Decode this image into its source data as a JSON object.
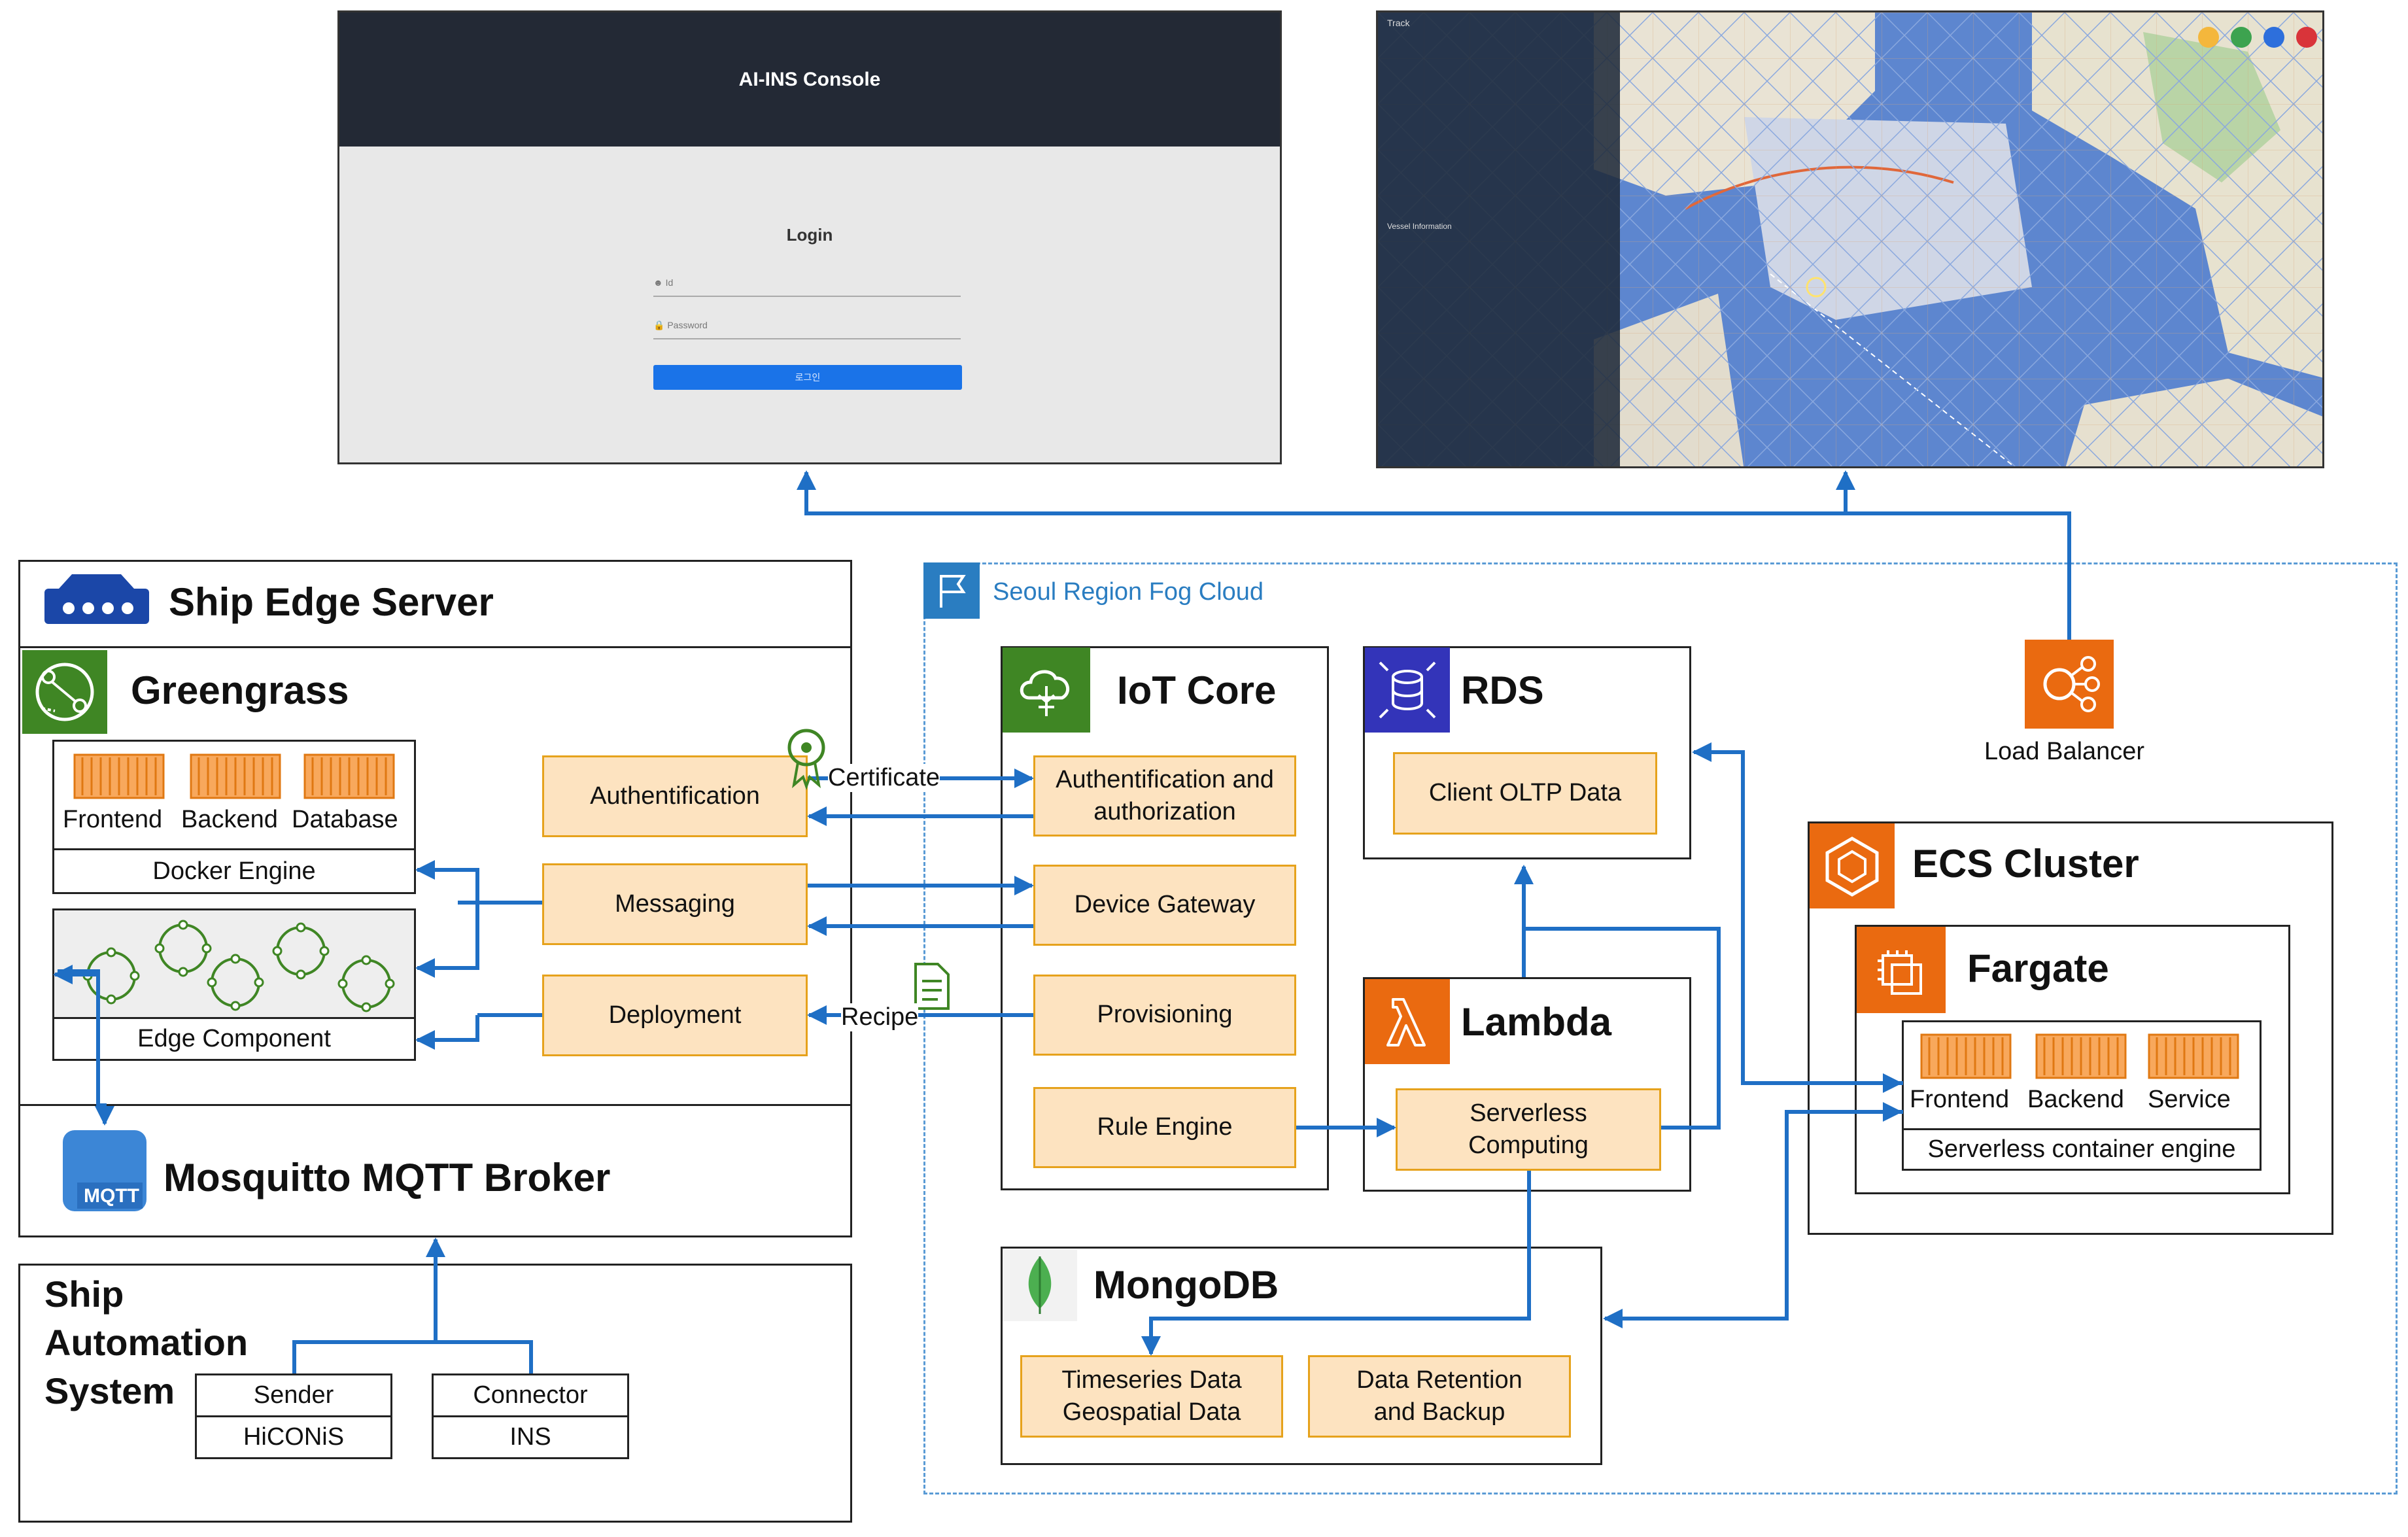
{
  "login": {
    "console_title": "AI-INS Console",
    "heading": "Login",
    "id_placeholder": "Id",
    "password_placeholder": "Password",
    "button_label": "로그인"
  },
  "map": {
    "panel_title": "Track",
    "vessel_panel_title": "Vessel Information"
  },
  "edge": {
    "title": "Ship Edge Server",
    "greengrass": "Greengrass",
    "containers": [
      "Frontend",
      "Backend",
      "Database"
    ],
    "docker": "Docker Engine",
    "edge_component": "Edge Component",
    "functions": [
      "Authentification",
      "Messaging",
      "Deployment"
    ],
    "mqtt_title": "Mosquitto MQTT Broker",
    "mqtt_icon_text": "MQTT"
  },
  "automation": {
    "title": "Ship\nAutomation\nSystem",
    "sender": "Sender",
    "hiconis": "HiCONiS",
    "connector": "Connector",
    "ins": "INS"
  },
  "cloud": {
    "title": "Seoul Region Fog Cloud",
    "iot_title": "IoT Core",
    "iot_items": [
      "Authentification and\nauthorization",
      "Device Gateway",
      "Provisioning",
      "Rule Engine"
    ],
    "rds_title": "RDS",
    "rds_item": "Client OLTP Data",
    "lambda_title": "Lambda",
    "lambda_item": "Serverless\nComputing",
    "mongo_title": "MongoDB",
    "mongo_items": [
      "Timeseries Data\nGeospatial Data",
      "Data Retention\nand Backup"
    ],
    "lb_label": "Load Balancer",
    "ecs_title": "ECS Cluster",
    "fargate_title": "Fargate",
    "fargate_containers": [
      "Frontend",
      "Backend",
      "Service"
    ],
    "fargate_engine": "Serverless container engine"
  },
  "edge_labels": {
    "certificate": "Certificate",
    "recipe": "Recipe"
  },
  "colors": {
    "orange": "#fde3c0",
    "orange_border": "#e6a21c",
    "arrow": "#1f6fc5",
    "aws_green": "#3f8624",
    "aws_orange": "#ea6a10",
    "aws_blue": "#3334b9",
    "dash": "#5a9bd5"
  }
}
